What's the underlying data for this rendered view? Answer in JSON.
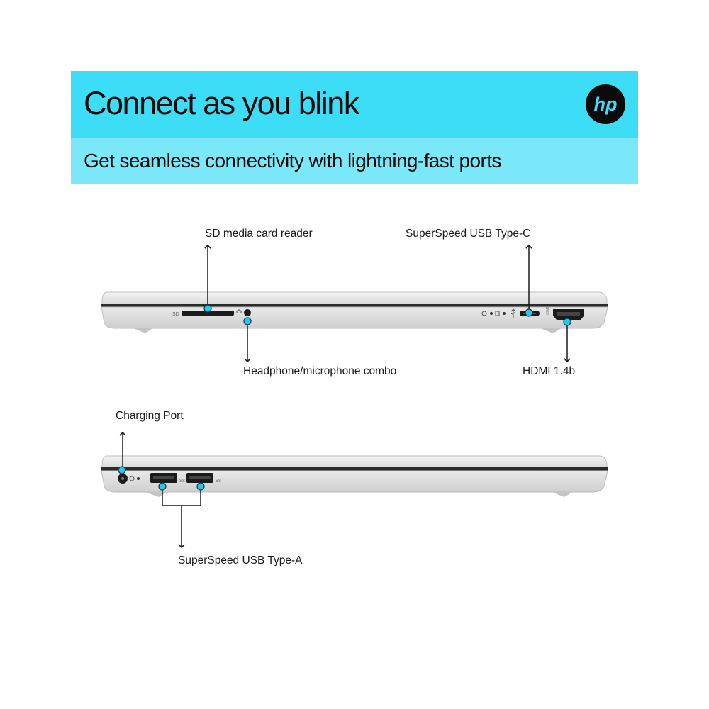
{
  "banner": {
    "headline": "Connect as you blink",
    "subheadline": "Get seamless connectivity with lightning-fast ports",
    "logo_text": "hp",
    "top_color": "#3ddcf7",
    "bottom_color": "#7be8fa"
  },
  "left_side": {
    "callouts": {
      "sd_reader": "SD media card reader",
      "usb_c": "SuperSpeed USB Type-C",
      "headphone": "Headphone/microphone combo",
      "hdmi": "HDMI 1.4b"
    },
    "sd_slot_label": "SD"
  },
  "right_side": {
    "callouts": {
      "charging": "Charging Port",
      "usb_a": "SuperSpeed USB Type-A"
    }
  },
  "accent_color": "#29c6e8"
}
